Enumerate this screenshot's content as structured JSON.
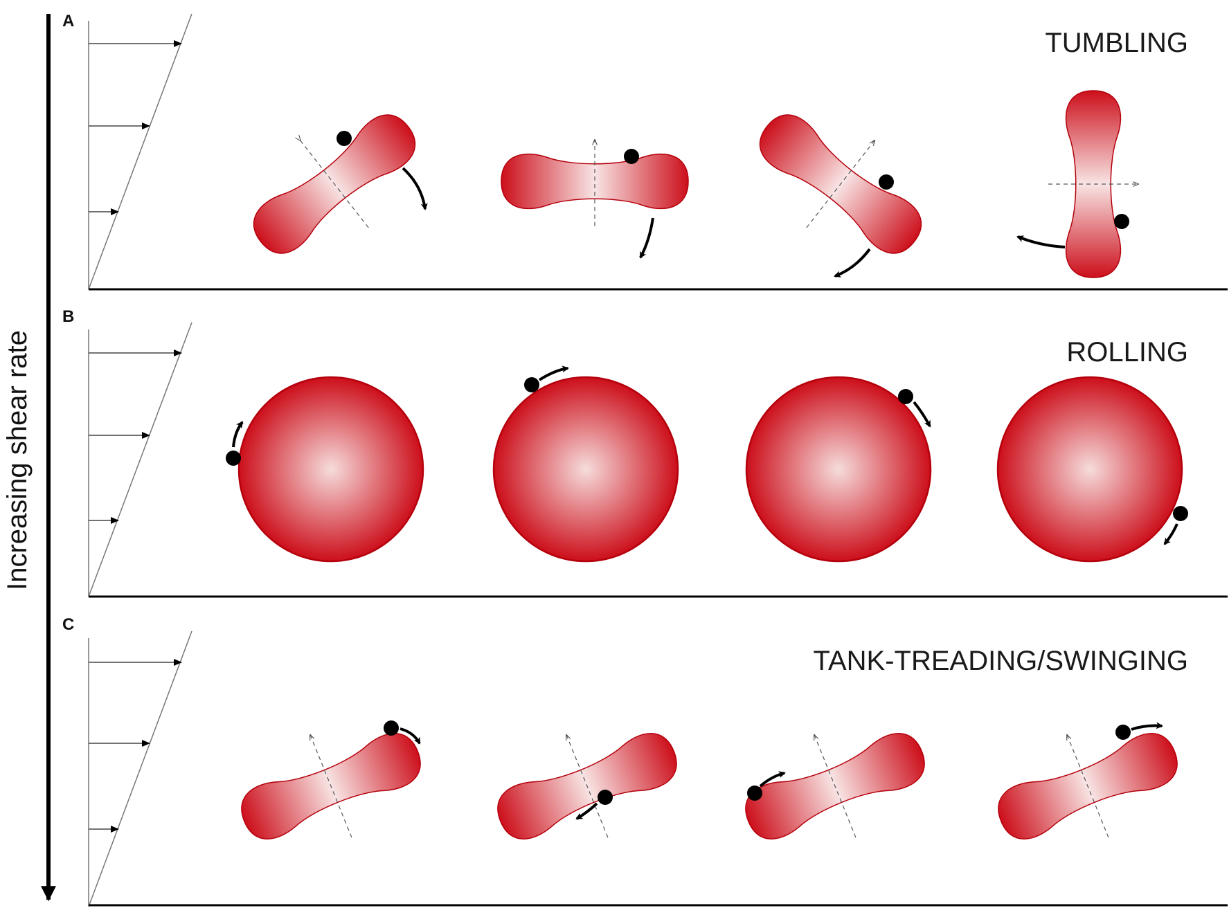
{
  "axis": {
    "label": "Increasing shear rate"
  },
  "panels": [
    {
      "letter": "A",
      "title": "TUMBLING"
    },
    {
      "letter": "B",
      "title": "ROLLING"
    },
    {
      "letter": "C",
      "title": "TANK-TREADING/SWINGING"
    }
  ],
  "colors": {
    "cell_edge": "#b4000c",
    "cell_dark": "#cc0f1b",
    "cell_light": "#f6dcdc",
    "ink": "#000000",
    "flow_line": "#888888"
  }
}
